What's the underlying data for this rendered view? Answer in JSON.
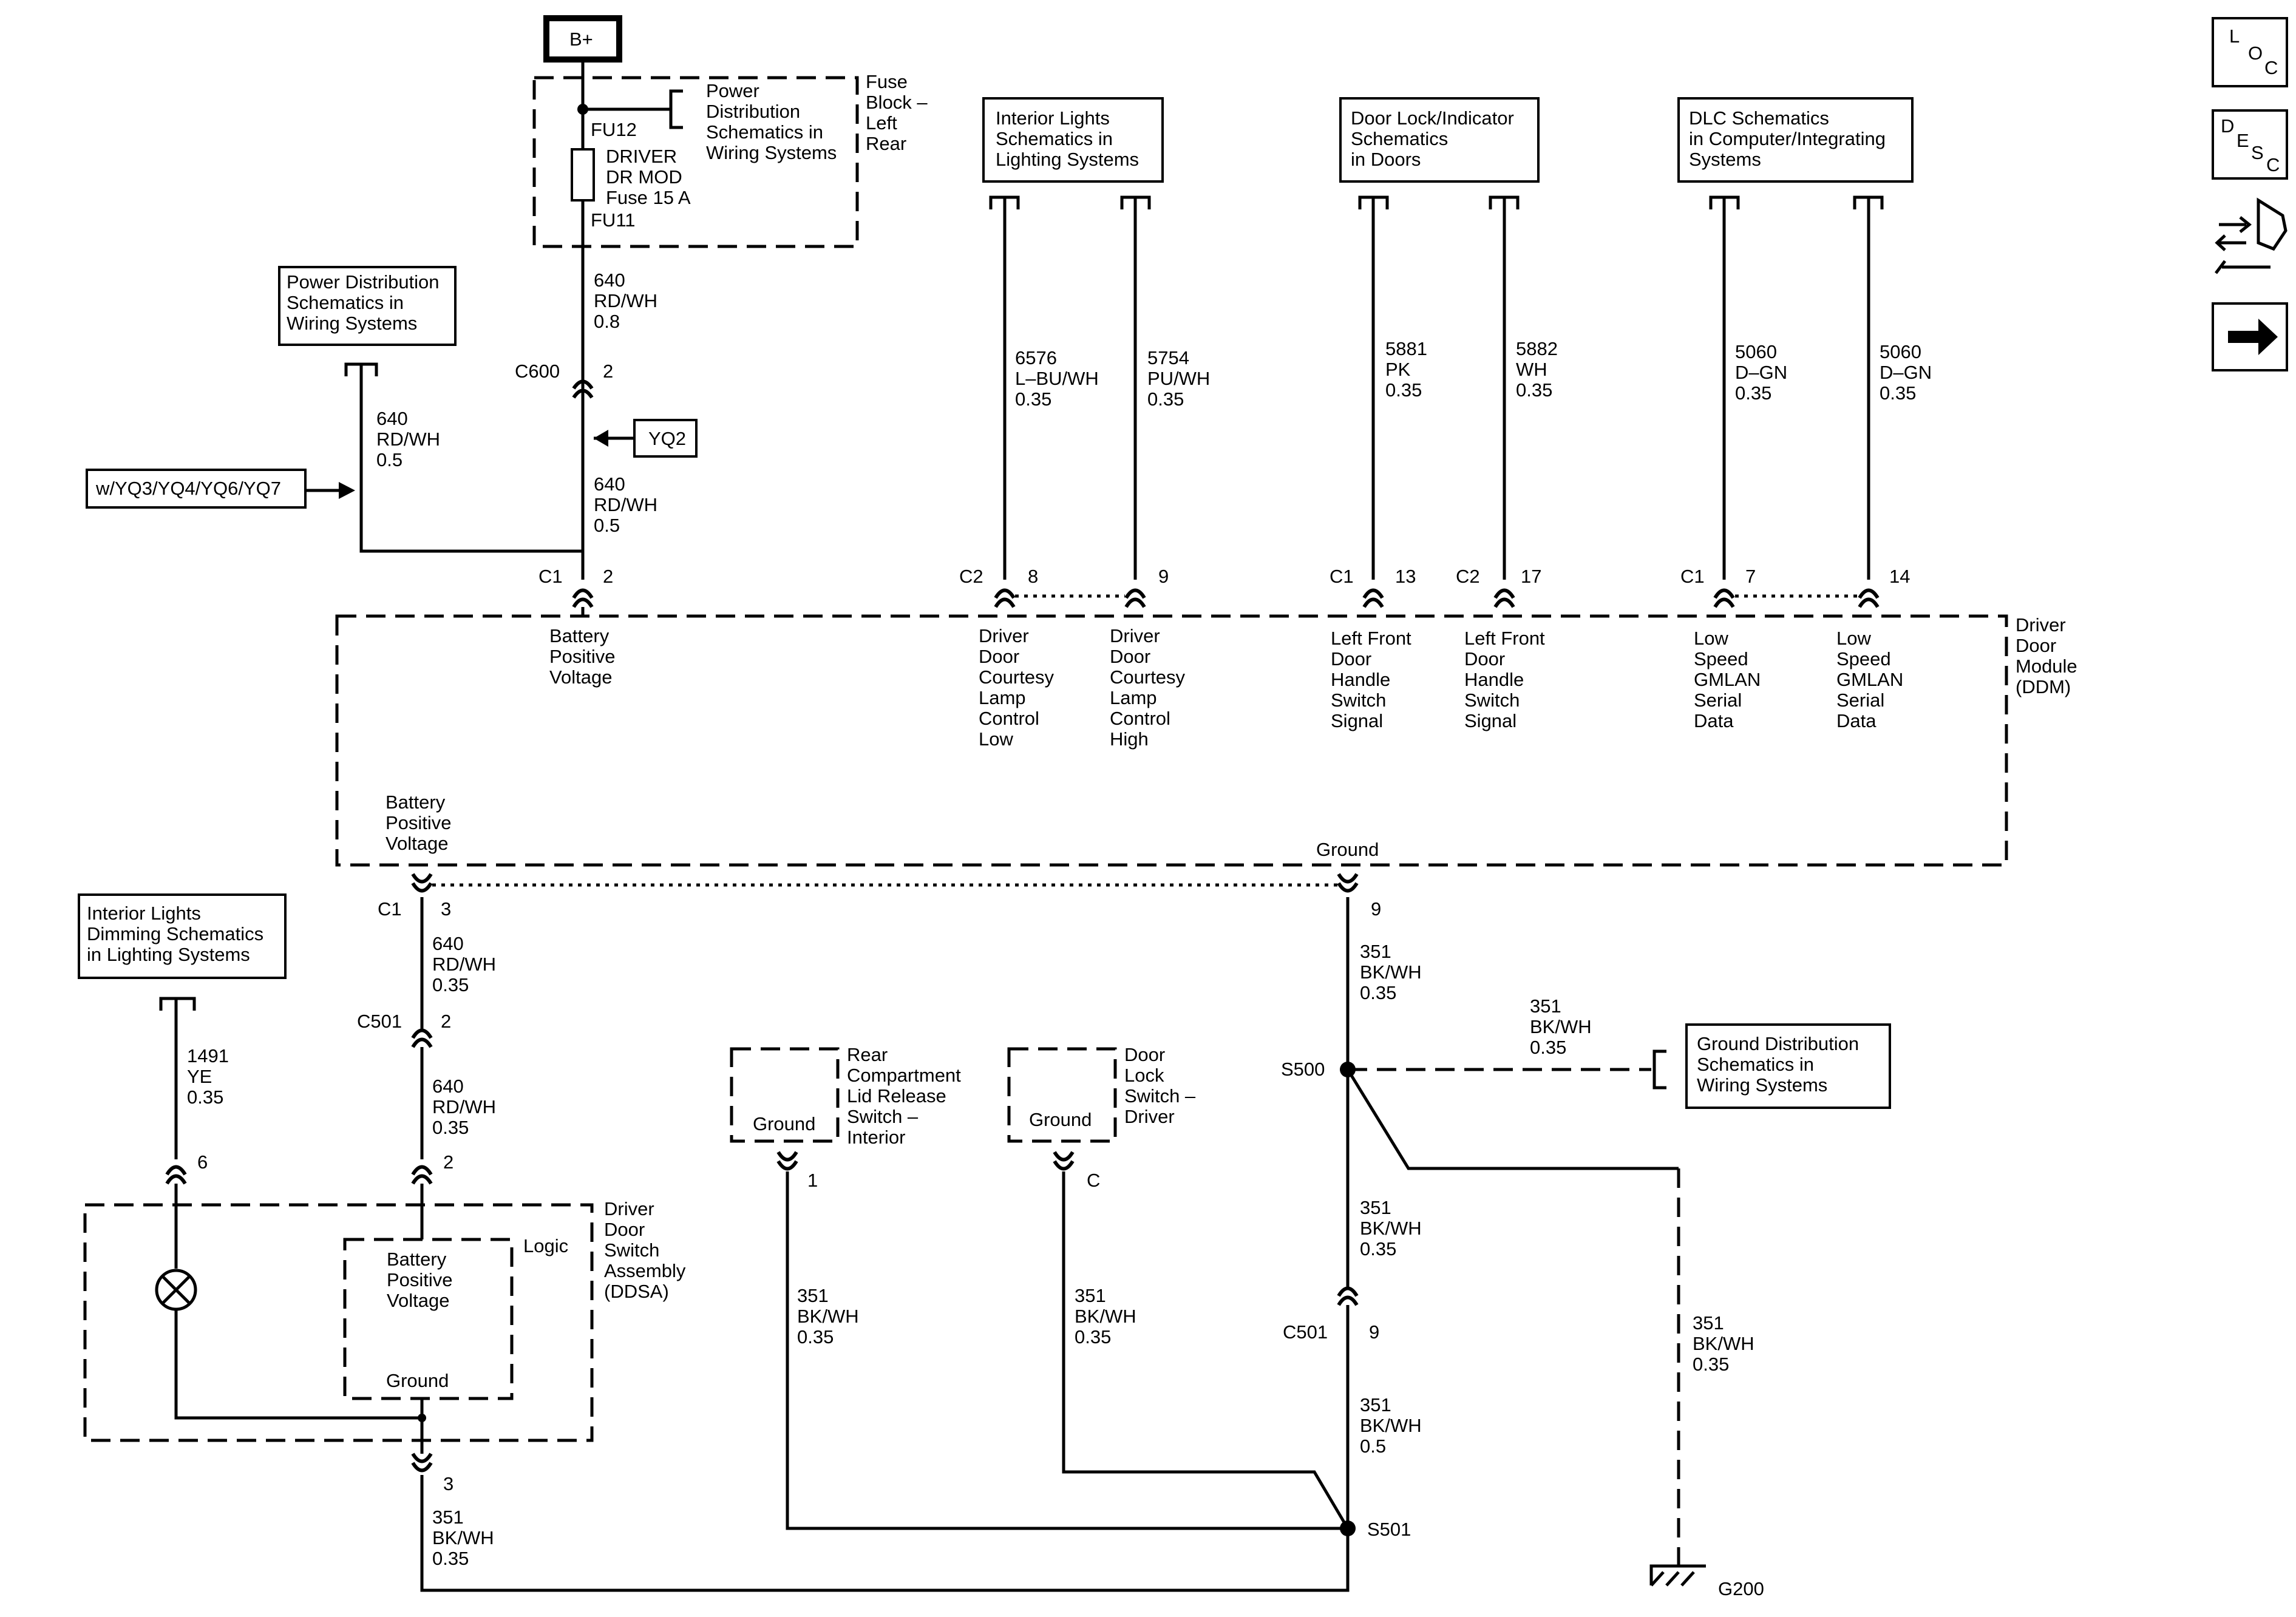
{
  "top": {
    "bplus": "B+",
    "fuse_block": {
      "pd_ref": [
        "Power",
        "Distribution",
        "Schematics in",
        "Wiring Systems"
      ],
      "title": [
        "Fuse",
        "Block –",
        "Left",
        "Rear"
      ],
      "fu12": "FU12",
      "fuse_text": [
        "DRIVER",
        "DR MOD",
        "Fuse 15 A"
      ],
      "fu11": "FU11"
    },
    "wire_640_08": [
      "640",
      "RD/WH",
      "0.8"
    ],
    "c600": "C600",
    "c600_pin": "2",
    "yq2": "YQ2",
    "wire_640_05a": [
      "640",
      "RD/WH",
      "0.5"
    ],
    "pd_box": [
      "Power Distribution",
      "Schematics in",
      "Wiring Systems"
    ],
    "wire_640_05b": [
      "640",
      "RD/WH",
      "0.5"
    ],
    "option": "w/YQ3/YQ4/YQ6/YQ7"
  },
  "refs": {
    "interior_lights": [
      "Interior Lights",
      "Schematics in",
      "Lighting Systems"
    ],
    "door_lock": [
      "Door Lock/Indicator",
      "Schematics",
      "in Doors"
    ],
    "dlc": [
      "DLC Schematics",
      "in Computer/Integrating",
      "Systems"
    ],
    "dimming": [
      "Interior Lights",
      "Dimming Schematics",
      "in Lighting Systems"
    ],
    "ground_dist": [
      "Ground Distribution",
      "Schematics in",
      "Wiring Systems"
    ]
  },
  "wires": {
    "w6576": [
      "6576",
      "L–BU/WH",
      "0.35"
    ],
    "w5754": [
      "5754",
      "PU/WH",
      "0.35"
    ],
    "w5881": [
      "5881",
      "PK",
      "0.35"
    ],
    "w5882": [
      "5882",
      "WH",
      "0.35"
    ],
    "w5060a": [
      "5060",
      "D–GN",
      "0.35"
    ],
    "w5060b": [
      "5060",
      "D–GN",
      "0.35"
    ],
    "w640_c1_3": [
      "640",
      "RD/WH",
      "0.35"
    ],
    "w640_c501": [
      "640",
      "RD/WH",
      "0.35"
    ],
    "w1491": [
      "1491",
      "YE",
      "0.35"
    ],
    "w351_9": [
      "351",
      "BK/WH",
      "0.35"
    ],
    "w351_gd": [
      "351",
      "BK/WH",
      "0.35"
    ],
    "w351_s500": [
      "351",
      "BK/WH",
      "0.35"
    ],
    "w351_c501": [
      "351",
      "BK/WH",
      "0.5"
    ],
    "w351_rear": [
      "351",
      "BK/WH",
      "0.35"
    ],
    "w351_dls": [
      "351",
      "BK/WH",
      "0.35"
    ],
    "w351_g200": [
      "351",
      "BK/WH",
      "0.35"
    ],
    "w351_ddsa": [
      "351",
      "BK/WH",
      "0.35"
    ]
  },
  "ddm": {
    "title": [
      "Driver",
      "Door",
      "Module",
      "(DDM)"
    ],
    "pins_top": [
      {
        "conn": "C1",
        "pin": "2",
        "label": [
          "Battery",
          "Positive",
          "Voltage"
        ]
      },
      {
        "conn": "C2",
        "pin": "8",
        "label": [
          "Driver",
          "Door",
          "Courtesy",
          "Lamp",
          "Control",
          "Low"
        ]
      },
      {
        "conn": "",
        "pin": "9",
        "label": [
          "Driver",
          "Door",
          "Courtesy",
          "Lamp",
          "Control",
          "High"
        ]
      },
      {
        "conn": "C1",
        "pin": "13",
        "label": [
          "Left Front",
          "Door",
          "Handle",
          "Switch",
          "Signal"
        ]
      },
      {
        "conn": "C2",
        "pin": "17",
        "label": [
          "Left Front",
          "Door",
          "Handle",
          "Switch",
          "Signal"
        ]
      },
      {
        "conn": "C1",
        "pin": "7",
        "label": [
          "Low",
          "Speed",
          "GMLAN",
          "Serial",
          "Data"
        ]
      },
      {
        "conn": "",
        "pin": "14",
        "label": [
          "Low",
          "Speed",
          "GMLAN",
          "Serial",
          "Data"
        ]
      }
    ],
    "bottom_batt": [
      "Battery",
      "Positive",
      "Voltage"
    ],
    "bottom_ground": "Ground",
    "c1": "C1",
    "c1_pin3": "3",
    "pin9": "9"
  },
  "ddsa": {
    "title": [
      "Driver",
      "Door",
      "Switch",
      "Assembly",
      "(DDSA)"
    ],
    "logic": "Logic",
    "batt": [
      "Battery",
      "Positive",
      "Voltage"
    ],
    "ground": "Ground",
    "c501": "C501",
    "c501_pin": "2",
    "pin2": "2",
    "pin6": "6",
    "pin3": "3"
  },
  "switches": {
    "rear": {
      "title": [
        "Rear",
        "Compartment",
        "Lid Release",
        "Switch –",
        "Interior"
      ],
      "ground": "Ground",
      "pin": "1"
    },
    "dls": {
      "title": [
        "Door",
        "Lock",
        "Switch –",
        "Driver"
      ],
      "ground": "Ground",
      "pin": "C"
    }
  },
  "splices": {
    "s500": "S500",
    "s501": "S501",
    "c501": "C501",
    "c501_pin": "9",
    "g200": "G200"
  },
  "nav": {
    "loc": [
      "L",
      "O",
      "C"
    ],
    "desc": [
      "D",
      "E",
      "S",
      "C"
    ],
    "icon3": "connector-repair-icon",
    "icon4": "next-arrow-icon"
  }
}
